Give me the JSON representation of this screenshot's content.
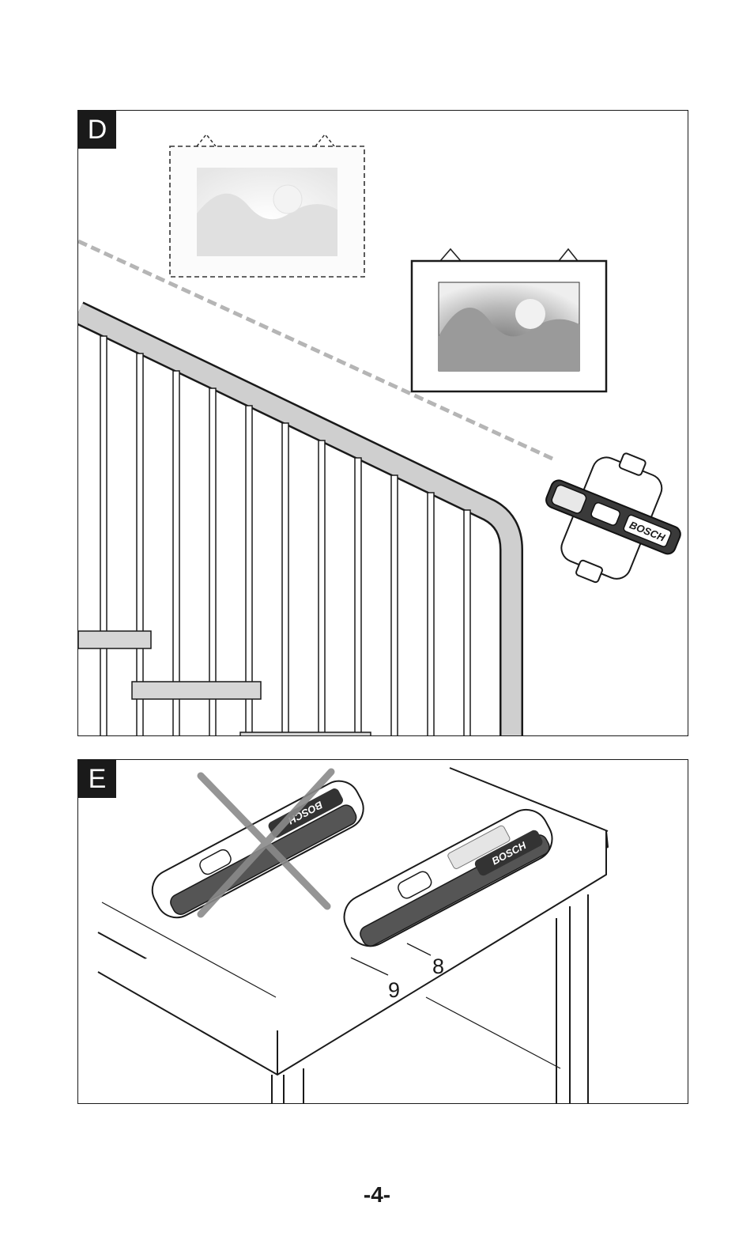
{
  "panels": {
    "d": {
      "label": "D"
    },
    "e": {
      "label": "E",
      "callouts": {
        "c8": "8",
        "c9": "9"
      }
    }
  },
  "brand": "BOSCH",
  "page_number": "-4-"
}
